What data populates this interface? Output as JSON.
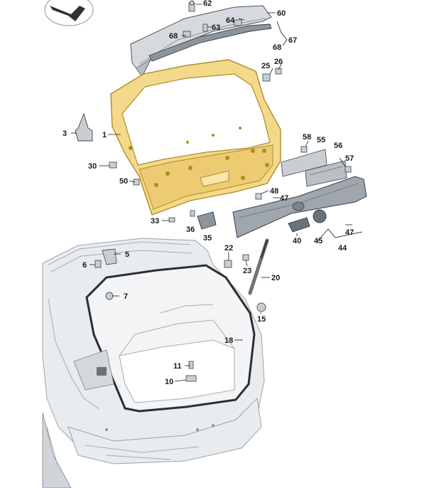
{
  "labels": {
    "p1": "1",
    "p3": "3",
    "p5": "5",
    "p6": "6",
    "p7": "7",
    "p10": "10",
    "p11": "11",
    "p15": "15",
    "p18": "18",
    "p20": "20",
    "p22": "22",
    "p23": "23",
    "p25": "25",
    "p26": "26",
    "p30": "30",
    "p33": "33",
    "p35": "35",
    "p36": "36",
    "p40": "40",
    "p44": "44",
    "p45": "45",
    "p47a": "47",
    "p47b": "47",
    "p47c": "47",
    "p48": "48",
    "p50": "50",
    "p55": "55",
    "p56": "56",
    "p57": "57",
    "p58": "58",
    "p60": "60",
    "p62": "62",
    "p63": "63",
    "p64": "64",
    "p67": "67",
    "p68a": "68",
    "p68b": "68"
  },
  "colors": {
    "tailgate_fill": "#f3d98a",
    "tailgate_stroke": "#b08a2a",
    "car_fill": "#e9ecef",
    "part_fill": "#c9ced3",
    "label_text": "#1a1a1a"
  },
  "icons": {
    "corner": "forward-arrow-icon"
  }
}
